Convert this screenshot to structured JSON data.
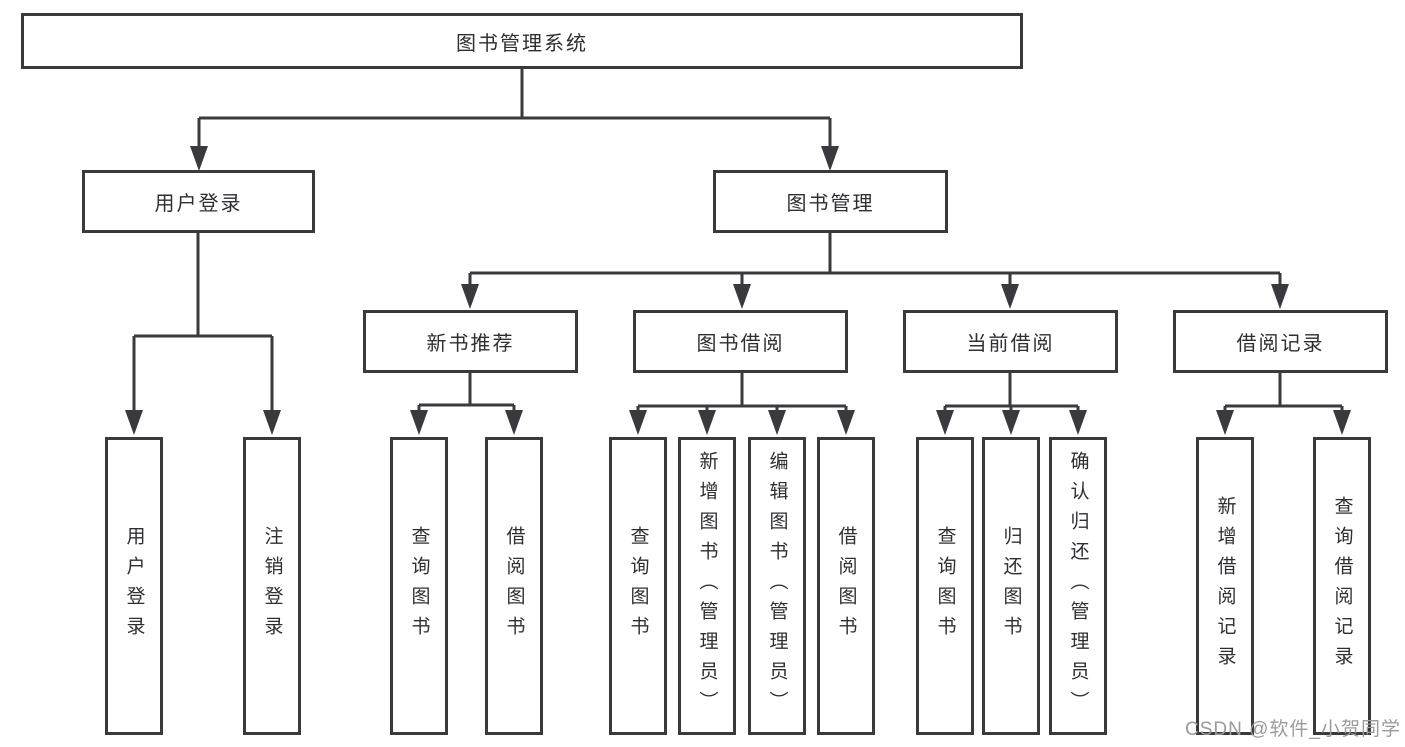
{
  "diagram": {
    "root": {
      "label": "图书管理系统"
    },
    "level2": [
      {
        "label": "用户登录"
      },
      {
        "label": "图书管理"
      }
    ],
    "level3": [
      {
        "label": "新书推荐"
      },
      {
        "label": "图书借阅"
      },
      {
        "label": "当前借阅"
      },
      {
        "label": "借阅记录"
      }
    ],
    "leaves": {
      "user_login": [
        "用户登录",
        "注销登录"
      ],
      "new_book_recommend": [
        "查询图书",
        "借阅图书"
      ],
      "book_borrow": [
        "查询图书",
        "新增图书（管理员）",
        "编辑图书（管理员）",
        "借阅图书"
      ],
      "current_borrow": [
        "查询图书",
        "归还图书",
        "确认归还（管理员）"
      ],
      "borrow_records": [
        "新增借阅记录",
        "查询借阅记录"
      ]
    }
  },
  "watermark": {
    "text": "CSDN @软件_小贺同学"
  },
  "colors": {
    "line": "#3a3a3e",
    "box_border": "#3a3a3e",
    "text": "#2f2f33",
    "watermark": "#9b9b9b",
    "background": "#ffffff"
  }
}
